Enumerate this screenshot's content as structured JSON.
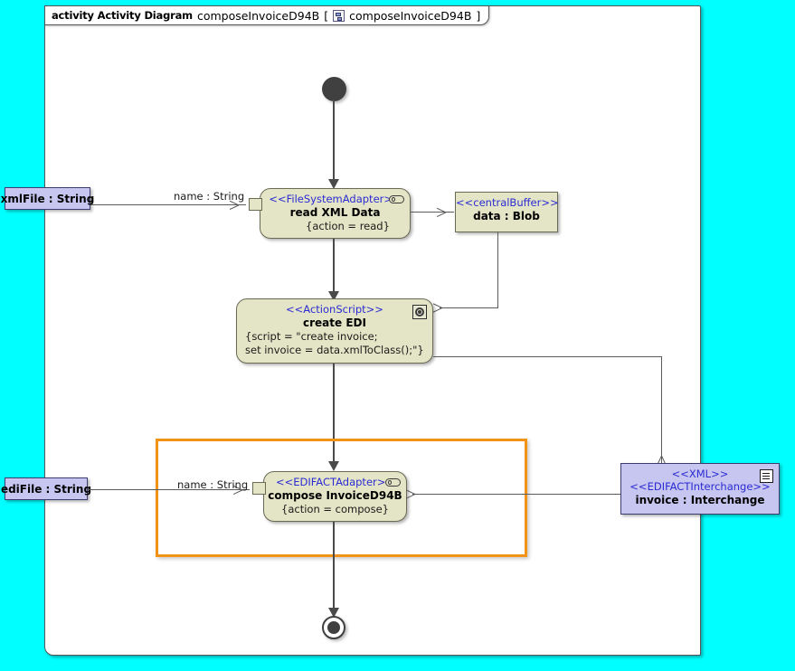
{
  "diagram": {
    "header": {
      "keyword": "activity Activity Diagram",
      "name": "composeInvoiceD94B",
      "bracket_open": "[",
      "icon": "activity-diagram-icon",
      "inner_name": "composeInvoiceD94B",
      "bracket_close": "]"
    },
    "background_color": "#00ffff",
    "frame_color": "#ffffff",
    "node_fill": "#e4e4c6",
    "object_fill": "#c6c6f0",
    "stereotype_color": "#2b2bd4",
    "selection_color": "#f29318"
  },
  "nodes": {
    "initial": {
      "name": "initial-node"
    },
    "read_xml": {
      "stereotype": "<<FileSystemAdapter>>",
      "name": "read XML Data",
      "property": "{action = read}",
      "icon": "action-pill-icon"
    },
    "central_buffer": {
      "stereotype": "<<centralBuffer>>",
      "name": "data : Blob"
    },
    "create_edi": {
      "stereotype": "<<ActionScript>>",
      "name": "create EDI",
      "script_line1": "{script = \"create invoice;",
      "script_line2": "set invoice = data.xmlToClass();\"}",
      "icon": "script-gear-icon"
    },
    "compose_invoice": {
      "stereotype": "<<EDIFACTAdapter>>",
      "name": "compose InvoiceD94B",
      "property": "{action = compose}",
      "icon": "action-pill-icon"
    },
    "invoice_object": {
      "stereotype1": "<<XML>>",
      "stereotype2": "<<EDIFACTInterchange>>",
      "name": "invoice : Interchange",
      "icon": "document-icon"
    },
    "final": {
      "name": "activity-final-node"
    }
  },
  "parameters": {
    "xml_file": "xmlFile : String",
    "edi_file": "ediFile : String"
  },
  "edge_labels": {
    "name_string_top": "name : String",
    "name_string_bottom": "name : String"
  }
}
